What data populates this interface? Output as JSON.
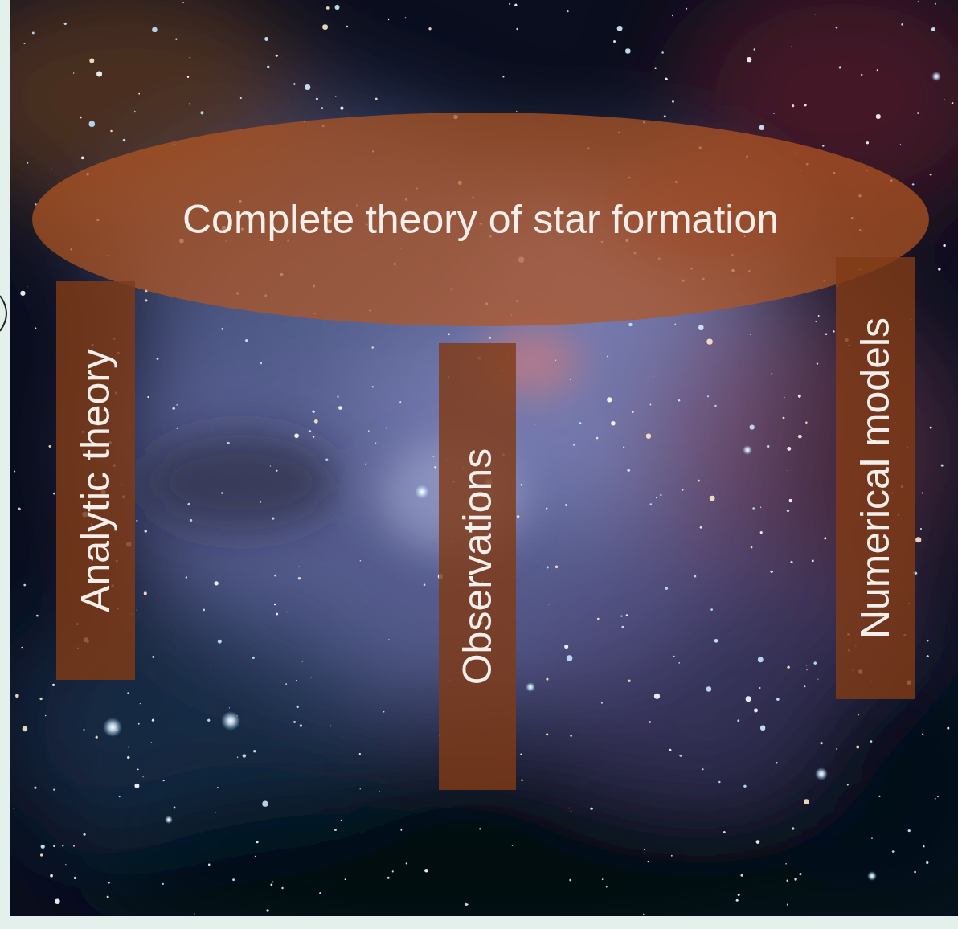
{
  "diagram": {
    "nodes": [
      {
        "text": [
          "Complete theory of star formation"
        ]
      },
      {
        "text": [
          "Analytic theory"
        ]
      },
      {
        "text": [
          "Observations"
        ]
      },
      {
        "text": [
          "Numerical models"
        ]
      }
    ]
  }
}
